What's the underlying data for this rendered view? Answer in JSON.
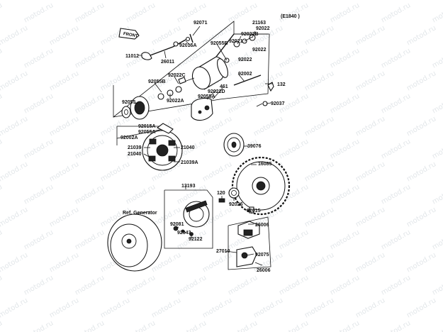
{
  "watermark_text": "motod.ru",
  "diagram_code": "(E1840 )",
  "front_tag": "FRONT",
  "ref_note": "Ref. Generator",
  "labels": {
    "p92071": "92071",
    "p21163": "21163",
    "p92022_a": "92022",
    "p92022B": "92022B",
    "p92021": "92021",
    "p92022_b": "92022",
    "p92022_c": "92022",
    "p92055B_top": "92055B",
    "p92015A_top": "92015A",
    "p11012": "11012",
    "p26011": "26011",
    "p92022C": "92022C",
    "p92002": "92002",
    "p92055B_mid": "92055B",
    "p132": "132",
    "p461": "461",
    "p92022D": "92022D",
    "p92055A_mid": "92055A",
    "p92022A": "92022A",
    "p92055_left": "92055",
    "p92037": "92037",
    "p92015A_box": "92015A",
    "p92055A_box": "92055A",
    "p92002A": "92002A",
    "p21039": "21039",
    "p21040_r": "21040",
    "p21040_l": "21040",
    "p21039A": "21039A",
    "p39076": "39076",
    "p16085": "16085",
    "p13193": "13193",
    "p120": "120",
    "p92026": "92026",
    "p92015": "92015",
    "p26006_a": "26006",
    "p92081": "92081",
    "p92043": "92043",
    "p92122": "92122",
    "p27010": "27010",
    "p92075": "92075",
    "p26006_b": "26006"
  }
}
